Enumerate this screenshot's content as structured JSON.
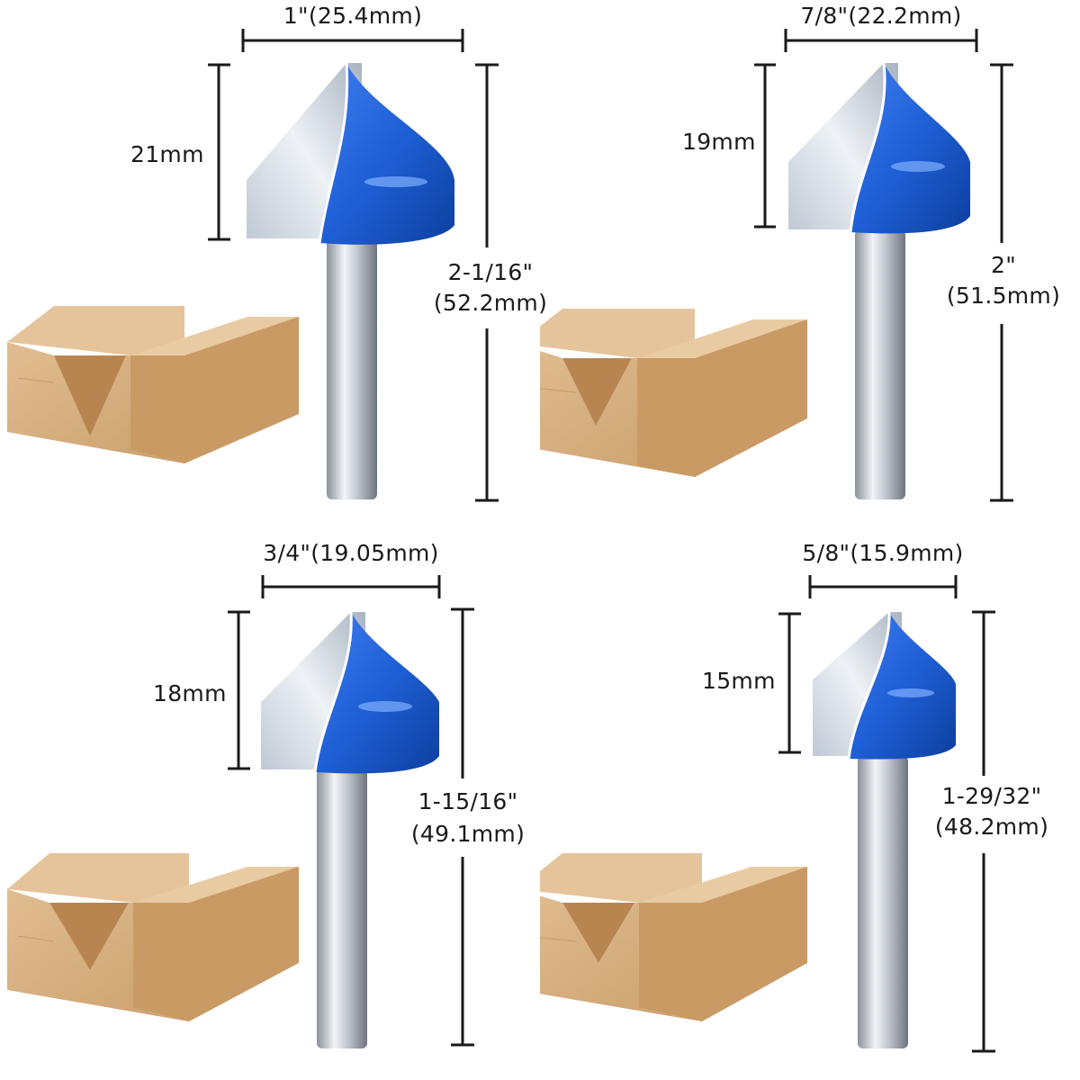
{
  "bits": [
    {
      "width_label": "1\"(25.4mm)",
      "cut_height_label": "21mm",
      "length_label_line1": "2-1/16\"",
      "length_label_line2": "(52.2mm)"
    },
    {
      "width_label": "7/8\"(22.2mm)",
      "cut_height_label": "19mm",
      "length_label_line1": "2\"",
      "length_label_line2": "(51.5mm)"
    },
    {
      "width_label": "3/4\"(19.05mm)",
      "cut_height_label": "18mm",
      "length_label_line1": "1-15/16\"",
      "length_label_line2": "(49.1mm)"
    },
    {
      "width_label": "5/8\"(15.9mm)",
      "cut_height_label": "15mm",
      "length_label_line1": "1-29/32\"",
      "length_label_line2": "(48.2mm)"
    }
  ],
  "colors": {
    "cutter_blue": "#1f5fd6",
    "blade_silver": "#cfd8e2",
    "shank_steel": "#c9ced6",
    "wood_face": "#d9b486",
    "wood_top": "#e6c49b",
    "wood_side": "#c99a63",
    "dimension_line": "#1a1a1a"
  }
}
